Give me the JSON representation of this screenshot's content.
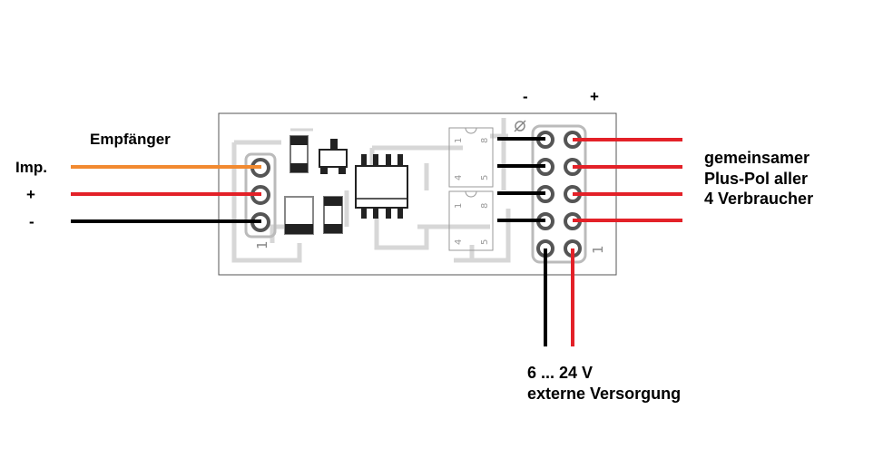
{
  "labels": {
    "receiver": "Empfänger",
    "imp": "Imp.",
    "plus": "+",
    "minus": "-",
    "header_minus": "-",
    "header_plus": "+",
    "common_line1": "gemeinsamer",
    "common_line2": "Plus-Pol aller",
    "common_line3": "4 Verbraucher",
    "supply_line1": "6 ... 24 V",
    "supply_line2": "externe Versorgung"
  },
  "silkscreen": {
    "receiver_pin1": "1",
    "output_pin1": "1",
    "ic1_pin1": "1",
    "ic1_pin8": "8",
    "ic1_pin4": "4",
    "ic1_pin5": "5",
    "ic2_pin1": "1",
    "ic2_pin8": "8",
    "ic2_pin4": "4",
    "ic2_pin5": "5"
  },
  "colors": {
    "signal_wire": "#f28a30",
    "positive_wire": "#e32128",
    "negative_wire": "#000000",
    "board_outline": "#555555",
    "copper_trace": "#d7d7d7"
  }
}
